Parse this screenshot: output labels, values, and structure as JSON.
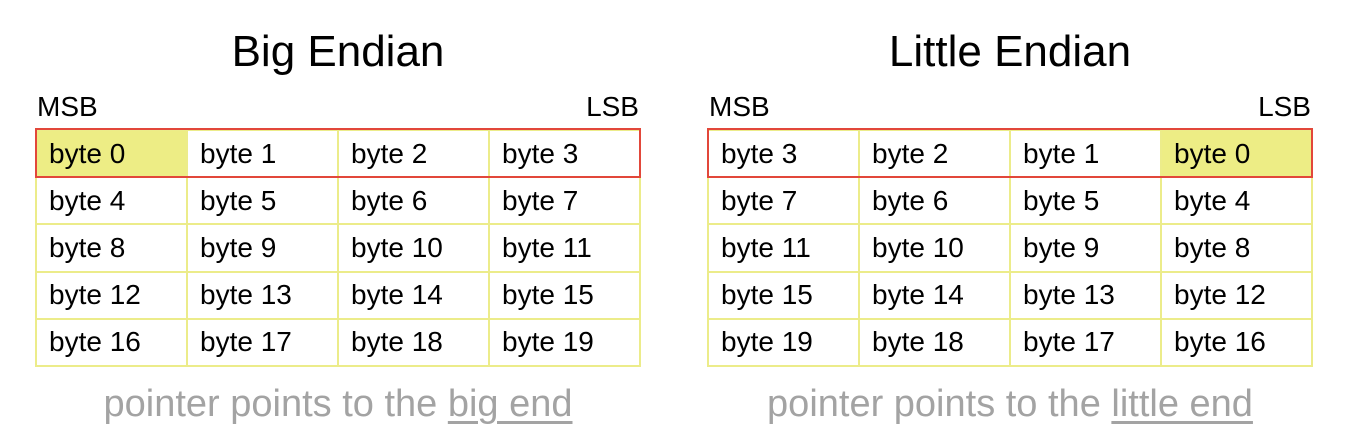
{
  "big_endian": {
    "title": "Big Endian",
    "msb_label": "MSB",
    "lsb_label": "LSB",
    "highlight_cell": "byte 0",
    "rows": [
      [
        "byte 0",
        "byte 1",
        "byte 2",
        "byte 3"
      ],
      [
        "byte 4",
        "byte 5",
        "byte 6",
        "byte 7"
      ],
      [
        "byte 8",
        "byte 9",
        "byte 10",
        "byte 11"
      ],
      [
        "byte 12",
        "byte 13",
        "byte 14",
        "byte 15"
      ],
      [
        "byte 16",
        "byte 17",
        "byte 18",
        "byte 19"
      ]
    ],
    "caption_prefix": "pointer points to the ",
    "caption_emphasis": "big end"
  },
  "little_endian": {
    "title": "Little Endian",
    "msb_label": "MSB",
    "lsb_label": "LSB",
    "highlight_cell": "byte 0",
    "rows": [
      [
        "byte 3",
        "byte 2",
        "byte 1",
        "byte 0"
      ],
      [
        "byte 7",
        "byte 6",
        "byte 5",
        "byte 4"
      ],
      [
        "byte 11",
        "byte 10",
        "byte 9",
        "byte 8"
      ],
      [
        "byte 15",
        "byte 14",
        "byte 13",
        "byte 12"
      ],
      [
        "byte 19",
        "byte 18",
        "byte 17",
        "byte 16"
      ]
    ],
    "caption_prefix": "pointer points to the ",
    "caption_emphasis": "little end"
  },
  "colors": {
    "grid_border": "#ecec8a",
    "highlight_fill": "#eded85",
    "first_row_outline": "#e2473a",
    "caption_text": "#a3a3a3"
  }
}
